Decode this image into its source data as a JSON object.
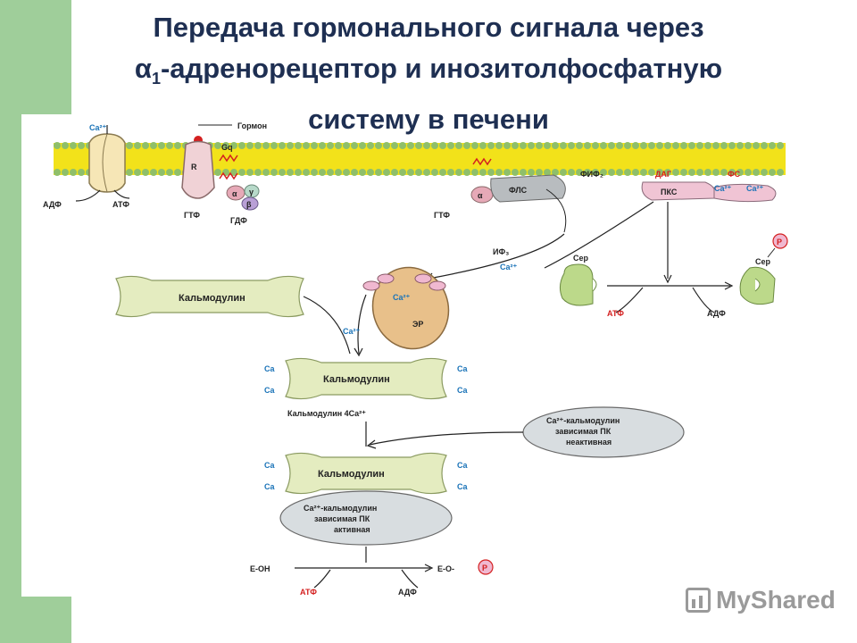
{
  "title": {
    "line1": "Передача гормонального сигнала через",
    "line2_prefix": "α",
    "line2_sub": "1",
    "line2_rest": "-адренорецептор и инозитолфосфатную",
    "line3": "систему в печени"
  },
  "diagram": {
    "hormone": "Гормон",
    "ca_top": "Ca²⁺",
    "adp_left": "АДФ",
    "atp_left": "АТФ",
    "receptor": "R",
    "gq": "Gq",
    "alpha": "α",
    "gamma": "γ",
    "beta": "β",
    "gtp1": "ГТФ",
    "gdp1": "ГДФ",
    "gtp2": "ГТФ",
    "alpha2": "α",
    "fls": "ФЛС",
    "fif2": "ФИФ₂",
    "dag": "ДАГ",
    "fs": "ФС",
    "pks": "ПКС",
    "ca_pks1": "Ca²⁺",
    "ca_pks2": "Ca²⁺",
    "if3": "ИФ₃",
    "ca_from_if3": "Ca²⁺",
    "er": "ЭР",
    "ca_er": "Ca²⁺",
    "ca_er_out": "Ca²⁺",
    "calmodulin1": "Кальмодулин",
    "ser1": "Сер",
    "ser2": "Сер",
    "p1": "P",
    "atp_mid": "АТФ",
    "adp_mid": "АДФ",
    "calmodulin2": "Кальмодулин",
    "ca": "Ca",
    "calmodulin_4ca": "Кальмодулин 4Ca²⁺",
    "pk_inactive_l1": "Ca²⁺-кальмодулин",
    "pk_inactive_l2": "зависимая ПК",
    "pk_inactive_l3": "неактивная",
    "calmodulin3": "Кальмодулин",
    "pk_active_l1": "Ca²⁺-кальмодулин",
    "pk_active_l2": "зависимая ПК",
    "pk_active_l3": "активная",
    "e_oh": "Е-ОН",
    "e_o": "Е-О-",
    "p2": "P",
    "atp_bottom": "АТФ",
    "adp_bottom": "АДФ"
  },
  "watermark": "MyShared",
  "colors": {
    "background_bar": "#9fce9a",
    "title": "#1e2f52",
    "membrane": "#f2e21a",
    "calmodulin": "#e4ecc0",
    "pk": "#d8dde0",
    "er": "#e8c08a",
    "blue_text": "#1a73b8",
    "red_text": "#d42020"
  }
}
